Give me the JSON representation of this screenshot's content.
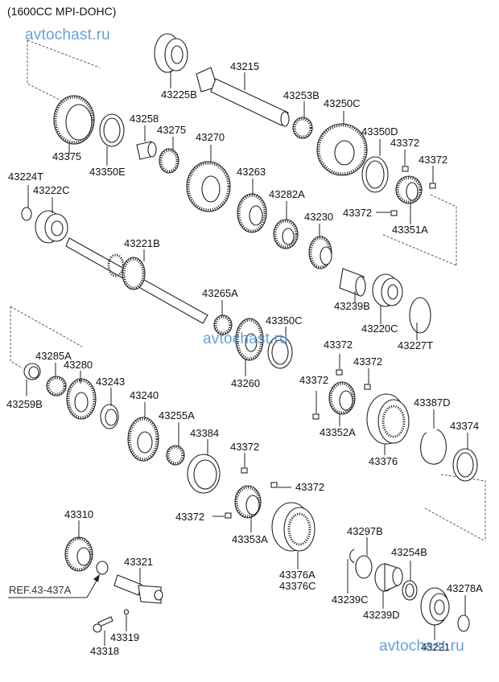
{
  "title": "(1600CC MPI-DOHC)",
  "watermark": "avtochast.ru",
  "reference": "REF.43-437A",
  "parts": [
    {
      "id": "p43225B",
      "label": "43225B",
      "kind": "bearing"
    },
    {
      "id": "p43215",
      "label": "43215",
      "kind": "shaft"
    },
    {
      "id": "p43253B",
      "label": "43253B",
      "kind": "needle-bearing"
    },
    {
      "id": "p43250C",
      "label": "43250C",
      "kind": "gear"
    },
    {
      "id": "p43350D",
      "label": "43350D",
      "kind": "synchro-ring"
    },
    {
      "id": "p43372a",
      "label": "43372",
      "kind": "key"
    },
    {
      "id": "p43372b",
      "label": "43372",
      "kind": "key"
    },
    {
      "id": "p43372c",
      "label": "43372",
      "kind": "key"
    },
    {
      "id": "p43351A",
      "label": "43351A",
      "kind": "hub"
    },
    {
      "id": "p43375",
      "label": "43375",
      "kind": "sleeve"
    },
    {
      "id": "p43350E",
      "label": "43350E",
      "kind": "synchro-ring"
    },
    {
      "id": "p43258",
      "label": "43258",
      "kind": "bushing"
    },
    {
      "id": "p43275",
      "label": "43275",
      "kind": "needle-bearing"
    },
    {
      "id": "p43270",
      "label": "43270",
      "kind": "gear"
    },
    {
      "id": "p43263",
      "label": "43263",
      "kind": "gear"
    },
    {
      "id": "p43282A",
      "label": "43282A",
      "kind": "gear"
    },
    {
      "id": "p43230",
      "label": "43230",
      "kind": "gear"
    },
    {
      "id": "p43224T",
      "label": "43224T",
      "kind": "snap-ring"
    },
    {
      "id": "p43222C",
      "label": "43222C",
      "kind": "bearing"
    },
    {
      "id": "p43221B",
      "label": "43221B",
      "kind": "shaft"
    },
    {
      "id": "p43265A",
      "label": "43265A",
      "kind": "needle-bearing"
    },
    {
      "id": "p43239B",
      "label": "43239B",
      "kind": "spacer"
    },
    {
      "id": "p43220C",
      "label": "43220C",
      "kind": "bearing"
    },
    {
      "id": "p43227T",
      "label": "43227T",
      "kind": "snap-ring"
    },
    {
      "id": "p43350C",
      "label": "43350C",
      "kind": "synchro-ring"
    },
    {
      "id": "p43260",
      "label": "43260",
      "kind": "gear"
    },
    {
      "id": "p43372d",
      "label": "43372",
      "kind": "key"
    },
    {
      "id": "p43372e",
      "label": "43372",
      "kind": "key"
    },
    {
      "id": "p43372f",
      "label": "43372",
      "kind": "key"
    },
    {
      "id": "p43352A",
      "label": "43352A",
      "kind": "hub"
    },
    {
      "id": "p43376",
      "label": "43376",
      "kind": "sleeve"
    },
    {
      "id": "p43387D",
      "label": "43387D",
      "kind": "snap-ring"
    },
    {
      "id": "p43374",
      "label": "43374",
      "kind": "synchro-ring"
    },
    {
      "id": "p43285A",
      "label": "43285A",
      "kind": "needle-bearing"
    },
    {
      "id": "p43280",
      "label": "43280",
      "kind": "gear"
    },
    {
      "id": "p43259B",
      "label": "43259B",
      "kind": "bushing"
    },
    {
      "id": "p43243",
      "label": "43243",
      "kind": "bushing"
    },
    {
      "id": "p43240",
      "label": "43240",
      "kind": "gear"
    },
    {
      "id": "p43255A",
      "label": "43255A",
      "kind": "needle-bearing"
    },
    {
      "id": "p43384",
      "label": "43384",
      "kind": "synchro-ring"
    },
    {
      "id": "p43372g",
      "label": "43372",
      "kind": "key"
    },
    {
      "id": "p43372h",
      "label": "43372",
      "kind": "key"
    },
    {
      "id": "p43372i",
      "label": "43372",
      "kind": "key"
    },
    {
      "id": "p43353A",
      "label": "43353A",
      "kind": "hub"
    },
    {
      "id": "p43376AC",
      "label": "43376A",
      "label2": "43376C",
      "kind": "sleeve"
    },
    {
      "id": "p43310",
      "label": "43310",
      "kind": "gear"
    },
    {
      "id": "p43321",
      "label": "43321",
      "kind": "shaft"
    },
    {
      "id": "p43319",
      "label": "43319",
      "kind": "o-ring"
    },
    {
      "id": "p43318",
      "label": "43318",
      "kind": "bolt"
    },
    {
      "id": "p43297B",
      "label": "43297B",
      "kind": "ring"
    },
    {
      "id": "p43254B",
      "label": "43254B",
      "kind": "washer"
    },
    {
      "id": "p43239C",
      "label": "43239C",
      "kind": "clip"
    },
    {
      "id": "p43239D",
      "label": "43239D",
      "kind": "spacer"
    },
    {
      "id": "p43278A",
      "label": "43278A",
      "kind": "snap-ring"
    },
    {
      "id": "p4322x",
      "label": "43221",
      "kind": "bearing"
    }
  ]
}
